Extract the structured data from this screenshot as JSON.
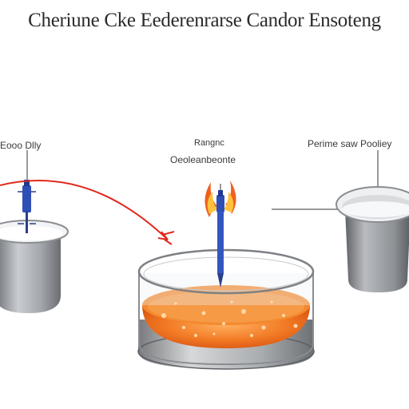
{
  "title": "Cheriune Cke Eederenrarse Candor Ensoteng",
  "labels": {
    "left": "Eooo Dlly",
    "center_line1": "Rangnc",
    "center_line2": "Oeoleanbeonte",
    "right": "Perime saw Pooliey"
  },
  "colors": {
    "arrow": "#e02a1e",
    "probe": "#2f4fb5",
    "liquid": "#f07a22",
    "flame": "#f06020",
    "metal": "#9a9da1"
  }
}
